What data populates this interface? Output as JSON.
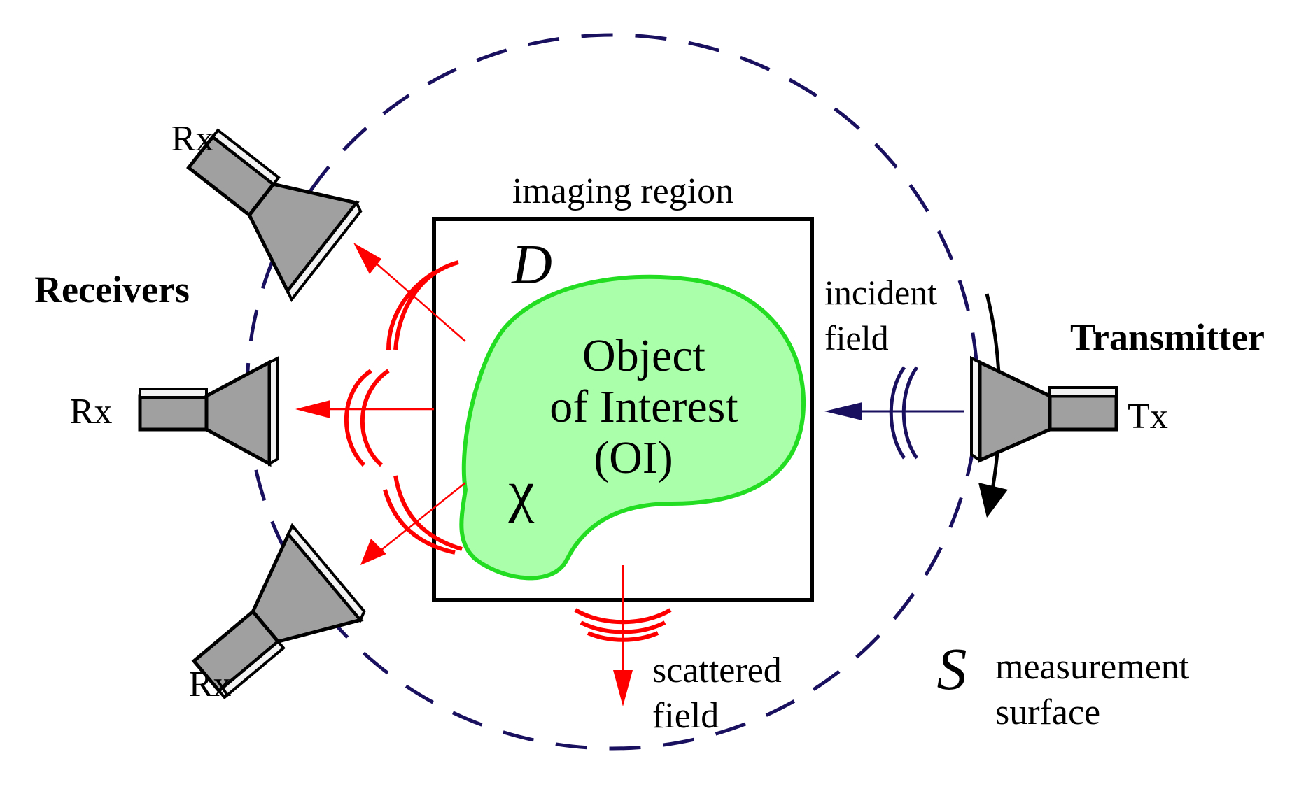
{
  "labels": {
    "imaging_region": "imaging region",
    "domain_symbol": "D",
    "object_line1": "Object",
    "object_line2": "of Interest",
    "object_line3": "(OI)",
    "contrast_symbol": "χ",
    "receivers": "Receivers",
    "rx_top": "Rx",
    "rx_middle": "Rx",
    "rx_bottom": "Rx",
    "transmitter": "Transmitter",
    "tx": "Tx",
    "incident_line1": "incident",
    "incident_line2": "field",
    "scattered_line1": "scattered",
    "scattered_line2": "field",
    "surface_symbol": "S",
    "measurement_line1": "measurement",
    "measurement_line2": "surface"
  },
  "colors": {
    "measurement_surface": "#1a1060",
    "incident_wave": "#1a1060",
    "scattered_wave": "#ff0000",
    "object_fill": "#aaffaa",
    "object_outline": "#22dd22",
    "antenna_fill": "#a0a0a0",
    "antenna_highlight": "#f2f2f2"
  },
  "icons": {
    "receiver_antenna": "horn-antenna-icon",
    "transmitter_antenna": "horn-antenna-icon"
  }
}
